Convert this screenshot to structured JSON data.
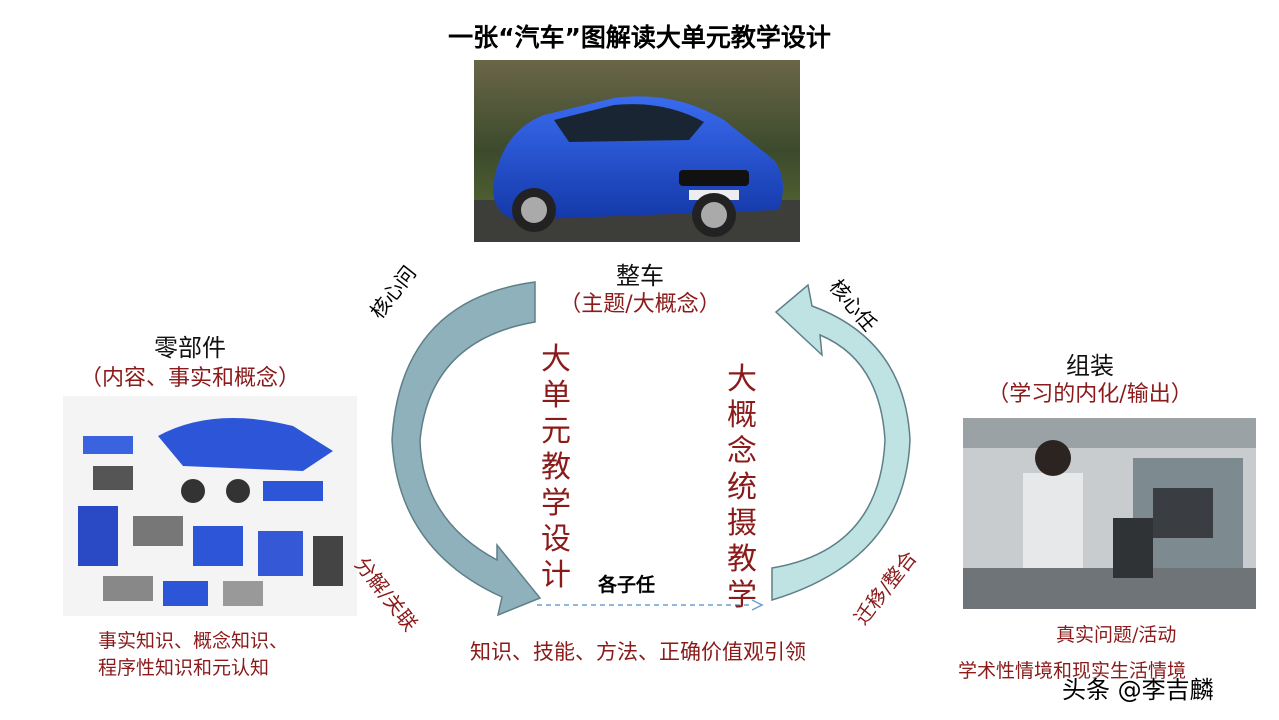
{
  "title": "一张“汽车”图解读大单元教学设计",
  "top_node": {
    "label": "整车",
    "sub": "（主题/大概念）"
  },
  "left_node": {
    "label": "零部件",
    "sub": "（内容、事实和概念）",
    "notes": [
      "事实知识、概念知识、",
      "程序性知识和元认知"
    ]
  },
  "right_node": {
    "label": "组装",
    "sub": "（学习的内化/输出）",
    "notes": [
      "真实问题/活动",
      "学术性情境和现实生活情境"
    ]
  },
  "center": {
    "left_vertical": [
      "大",
      "单",
      "元",
      "教",
      "学",
      "设",
      "计"
    ],
    "right_vertical": [
      "大",
      "概",
      "念",
      "统",
      "摄",
      "教",
      "学"
    ],
    "bottom_task": "各子任",
    "bottom_text": "知识、技能、方法、正确价值观引领"
  },
  "arrows": {
    "left_top_label": "核心问",
    "left_bottom_label": "分解/关联",
    "right_top_label": "核心任",
    "right_bottom_label": "迁移/整合"
  },
  "colors": {
    "arrow_left": "#8fb1bc",
    "arrow_right": "#bfe3e3",
    "accent_red": "#8b1a1a",
    "car_blue": "#1f4fd6"
  },
  "watermark": "头条 @李吉麟"
}
